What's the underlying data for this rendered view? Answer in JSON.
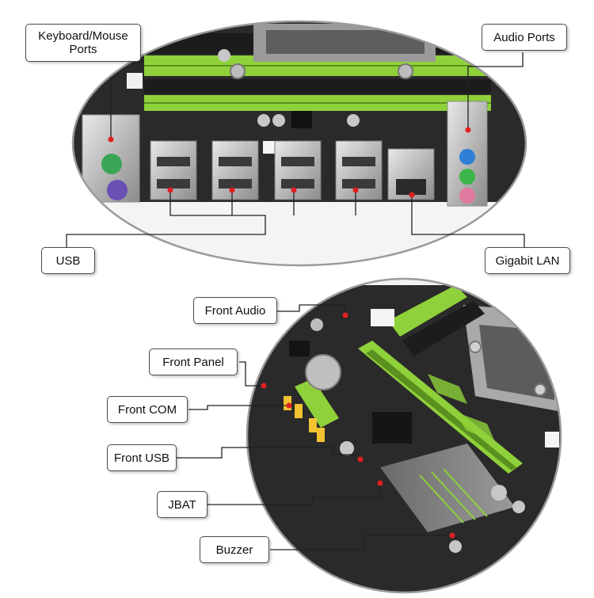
{
  "colors": {
    "pcb": "#2a2a2a",
    "dimm_green": "#8fd13a",
    "dimm_dark": "#1c1c1c",
    "marker_red": "#e02020",
    "leader_line": "#222222",
    "ellipse_border": "#9a9a9a",
    "port_green": "#3aa655",
    "port_purple": "#6a4fb5",
    "audio_blue": "#2f7fd6",
    "audio_green": "#3cb64a",
    "audio_pink": "#e07aa0",
    "header_yellow": "#f2c230"
  },
  "labels": {
    "keyboard_mouse": "Keyboard/Mouse\nPorts",
    "audio_ports": "Audio Ports",
    "usb": "USB",
    "gigabit_lan": "Gigabit LAN",
    "front_audio": "Front Audio",
    "front_panel": "Front Panel",
    "front_com": "Front COM",
    "front_usb": "Front USB",
    "jbat": "JBAT",
    "buzzer": "Buzzer"
  }
}
